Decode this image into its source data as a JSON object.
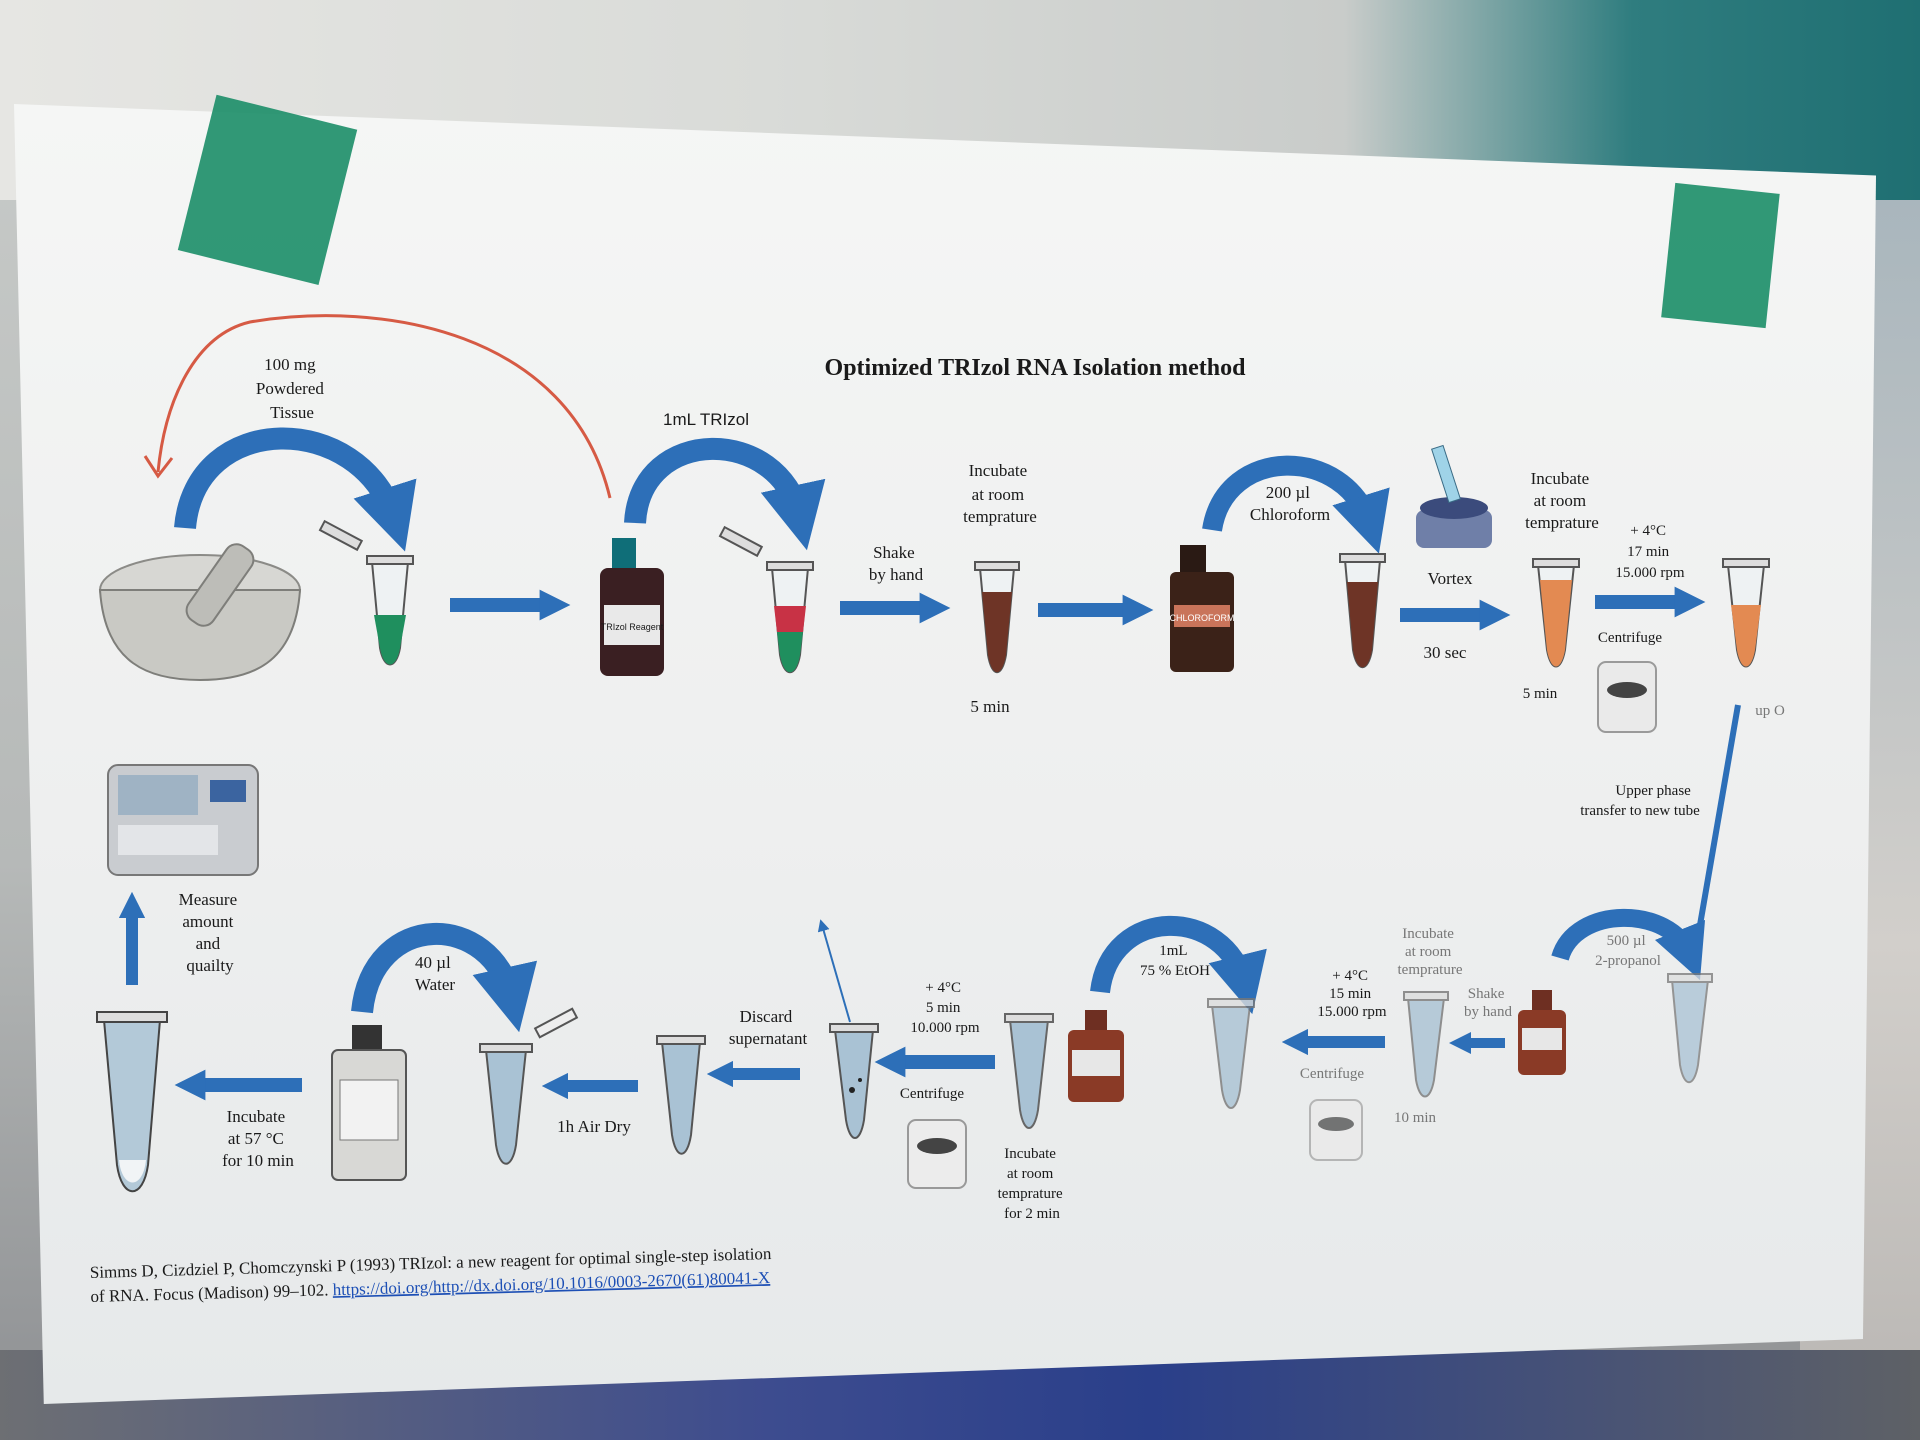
{
  "diagram": {
    "title": "Optimized TRIzol RNA Isolation method",
    "top_row": {
      "tissue_label": [
        "100 mg",
        "Powdered",
        "Tissue"
      ],
      "trizol_label": "1mL TRIzol",
      "shake_label": [
        "Shake",
        "by hand"
      ],
      "incubate_label": [
        "Incubate",
        "at room",
        "temprature"
      ],
      "incubate_time": "5 min",
      "chloroform_label": [
        "200 µl",
        "Chloroform"
      ],
      "chloroform_bottle_text": "CHLOROFORM",
      "trizol_bottle_text": "TRIzol Reagent",
      "vortex_label": "Vortex",
      "vortex_time": "30 sec",
      "incubate2_label": [
        "Incubate",
        "at room",
        "temprature"
      ],
      "incubate2_time": "5 min",
      "centrifuge_params": [
        "+ 4°C",
        "17 min",
        "15.000 rpm"
      ],
      "centrifuge_label": "Centrifuge"
    },
    "right_side": {
      "upper_phase_label": [
        "Upper phase",
        "transfer to new tube"
      ],
      "handwritten_note": "up O"
    },
    "bottom_row": {
      "isopropanol_label": [
        "500 µl",
        "2-propanol"
      ],
      "shake_label": [
        "Shake",
        "by hand"
      ],
      "incubate_label": [
        "Incubate",
        "at room",
        "temprature"
      ],
      "incubate_time": "10 min",
      "centrifuge1_params": [
        "+ 4°C",
        "15 min",
        "15.000 rpm"
      ],
      "centrifuge1_label": "Centrifuge",
      "ethanol_label": [
        "1mL",
        "75 % EtOH"
      ],
      "incubate2_label": [
        "Incubate",
        "at room",
        "temprature",
        "for 2 min"
      ],
      "centrifuge2_params": [
        "+ 4°C",
        "5 min",
        "10.000 rpm"
      ],
      "centrifuge2_label": "Centrifuge",
      "discard_label": [
        "Discard",
        "supernatant"
      ],
      "air_dry_label": "1h Air Dry",
      "water_label": [
        "40 µl",
        "Water"
      ],
      "incubate3_label": [
        "Incubate",
        "at 57 °C",
        "for 10 min"
      ],
      "measure_label": [
        "Measure",
        "amount",
        "and",
        "quailty"
      ]
    },
    "citation_line1": "Simms D, Cizdziel P, Chomczynski P (1993) TRIzol: a new reagent for optimal single-step isolation",
    "citation_line2_prefix": "of RNA. Focus (Madison) 99–102. ",
    "citation_link": "https://doi.org/http://dx.doi.org/10.1016/0003-2670(61)80041-X"
  },
  "colors": {
    "arrow_blue": "#2d6fb8",
    "handwritten_red": "#d65a44",
    "tape_green": "#1f8f6a",
    "tube_green": "#1f8f5e",
    "tube_red": "#c83245",
    "tube_brown": "#6e3426",
    "tube_orange": "#e38a52",
    "tube_blue": "#a9c2d4"
  }
}
